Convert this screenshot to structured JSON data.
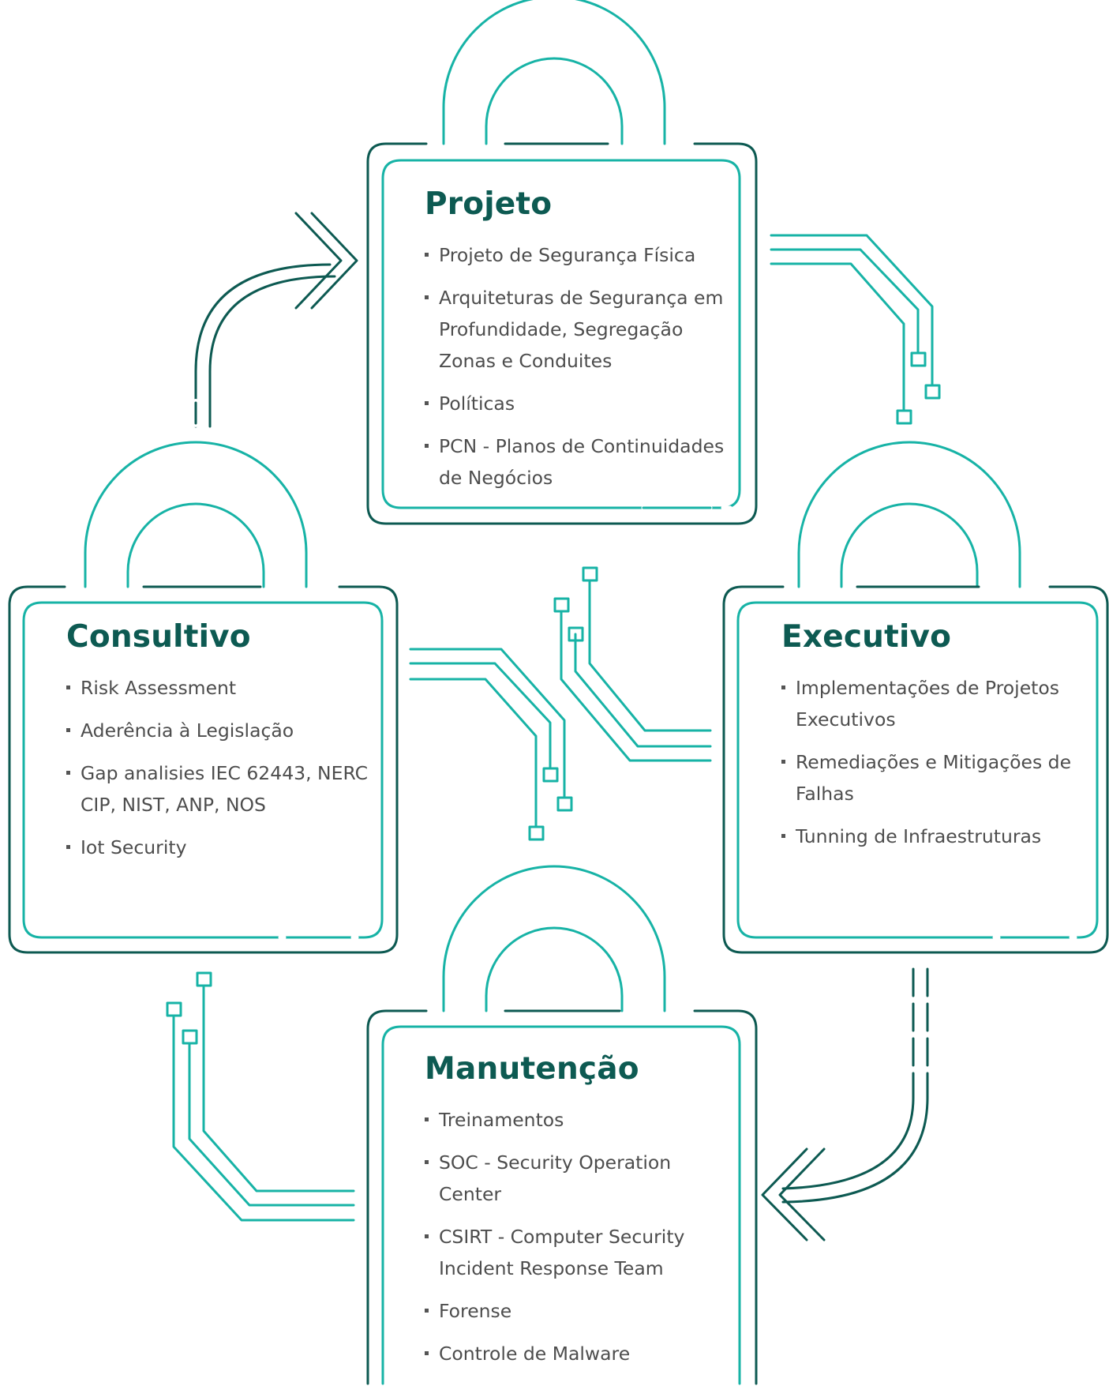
{
  "colors": {
    "dark": "#0d5a52",
    "teal": "#17b3a6",
    "text": "#4d4d4d"
  },
  "locks": {
    "projeto": {
      "title": "Projeto",
      "items": [
        "Projeto de Segurança Física",
        "Arquiteturas de Segurança em Profundidade, Segregação Zonas e Conduites",
        "Políticas",
        "PCN - Planos de Continuidades de Negócios"
      ]
    },
    "consultivo": {
      "title": "Consultivo",
      "items": [
        "Risk Assessment",
        "Aderência à Legislação",
        "Gap analisies IEC 62443, NERC CIP, NIST, ANP, NOS",
        "Iot Security"
      ]
    },
    "executivo": {
      "title": "Executivo",
      "items": [
        "Implementações de Projetos Executivos",
        "Remediações e Mitigações de Falhas",
        "Tunning de Infraestruturas"
      ]
    },
    "manutencao": {
      "title": "Manutenção",
      "items": [
        "Treinamentos",
        "SOC - Security Operation Center",
        "CSIRT - Computer Security Incident Response Team",
        "Forense",
        "Controle de Malware"
      ]
    }
  }
}
